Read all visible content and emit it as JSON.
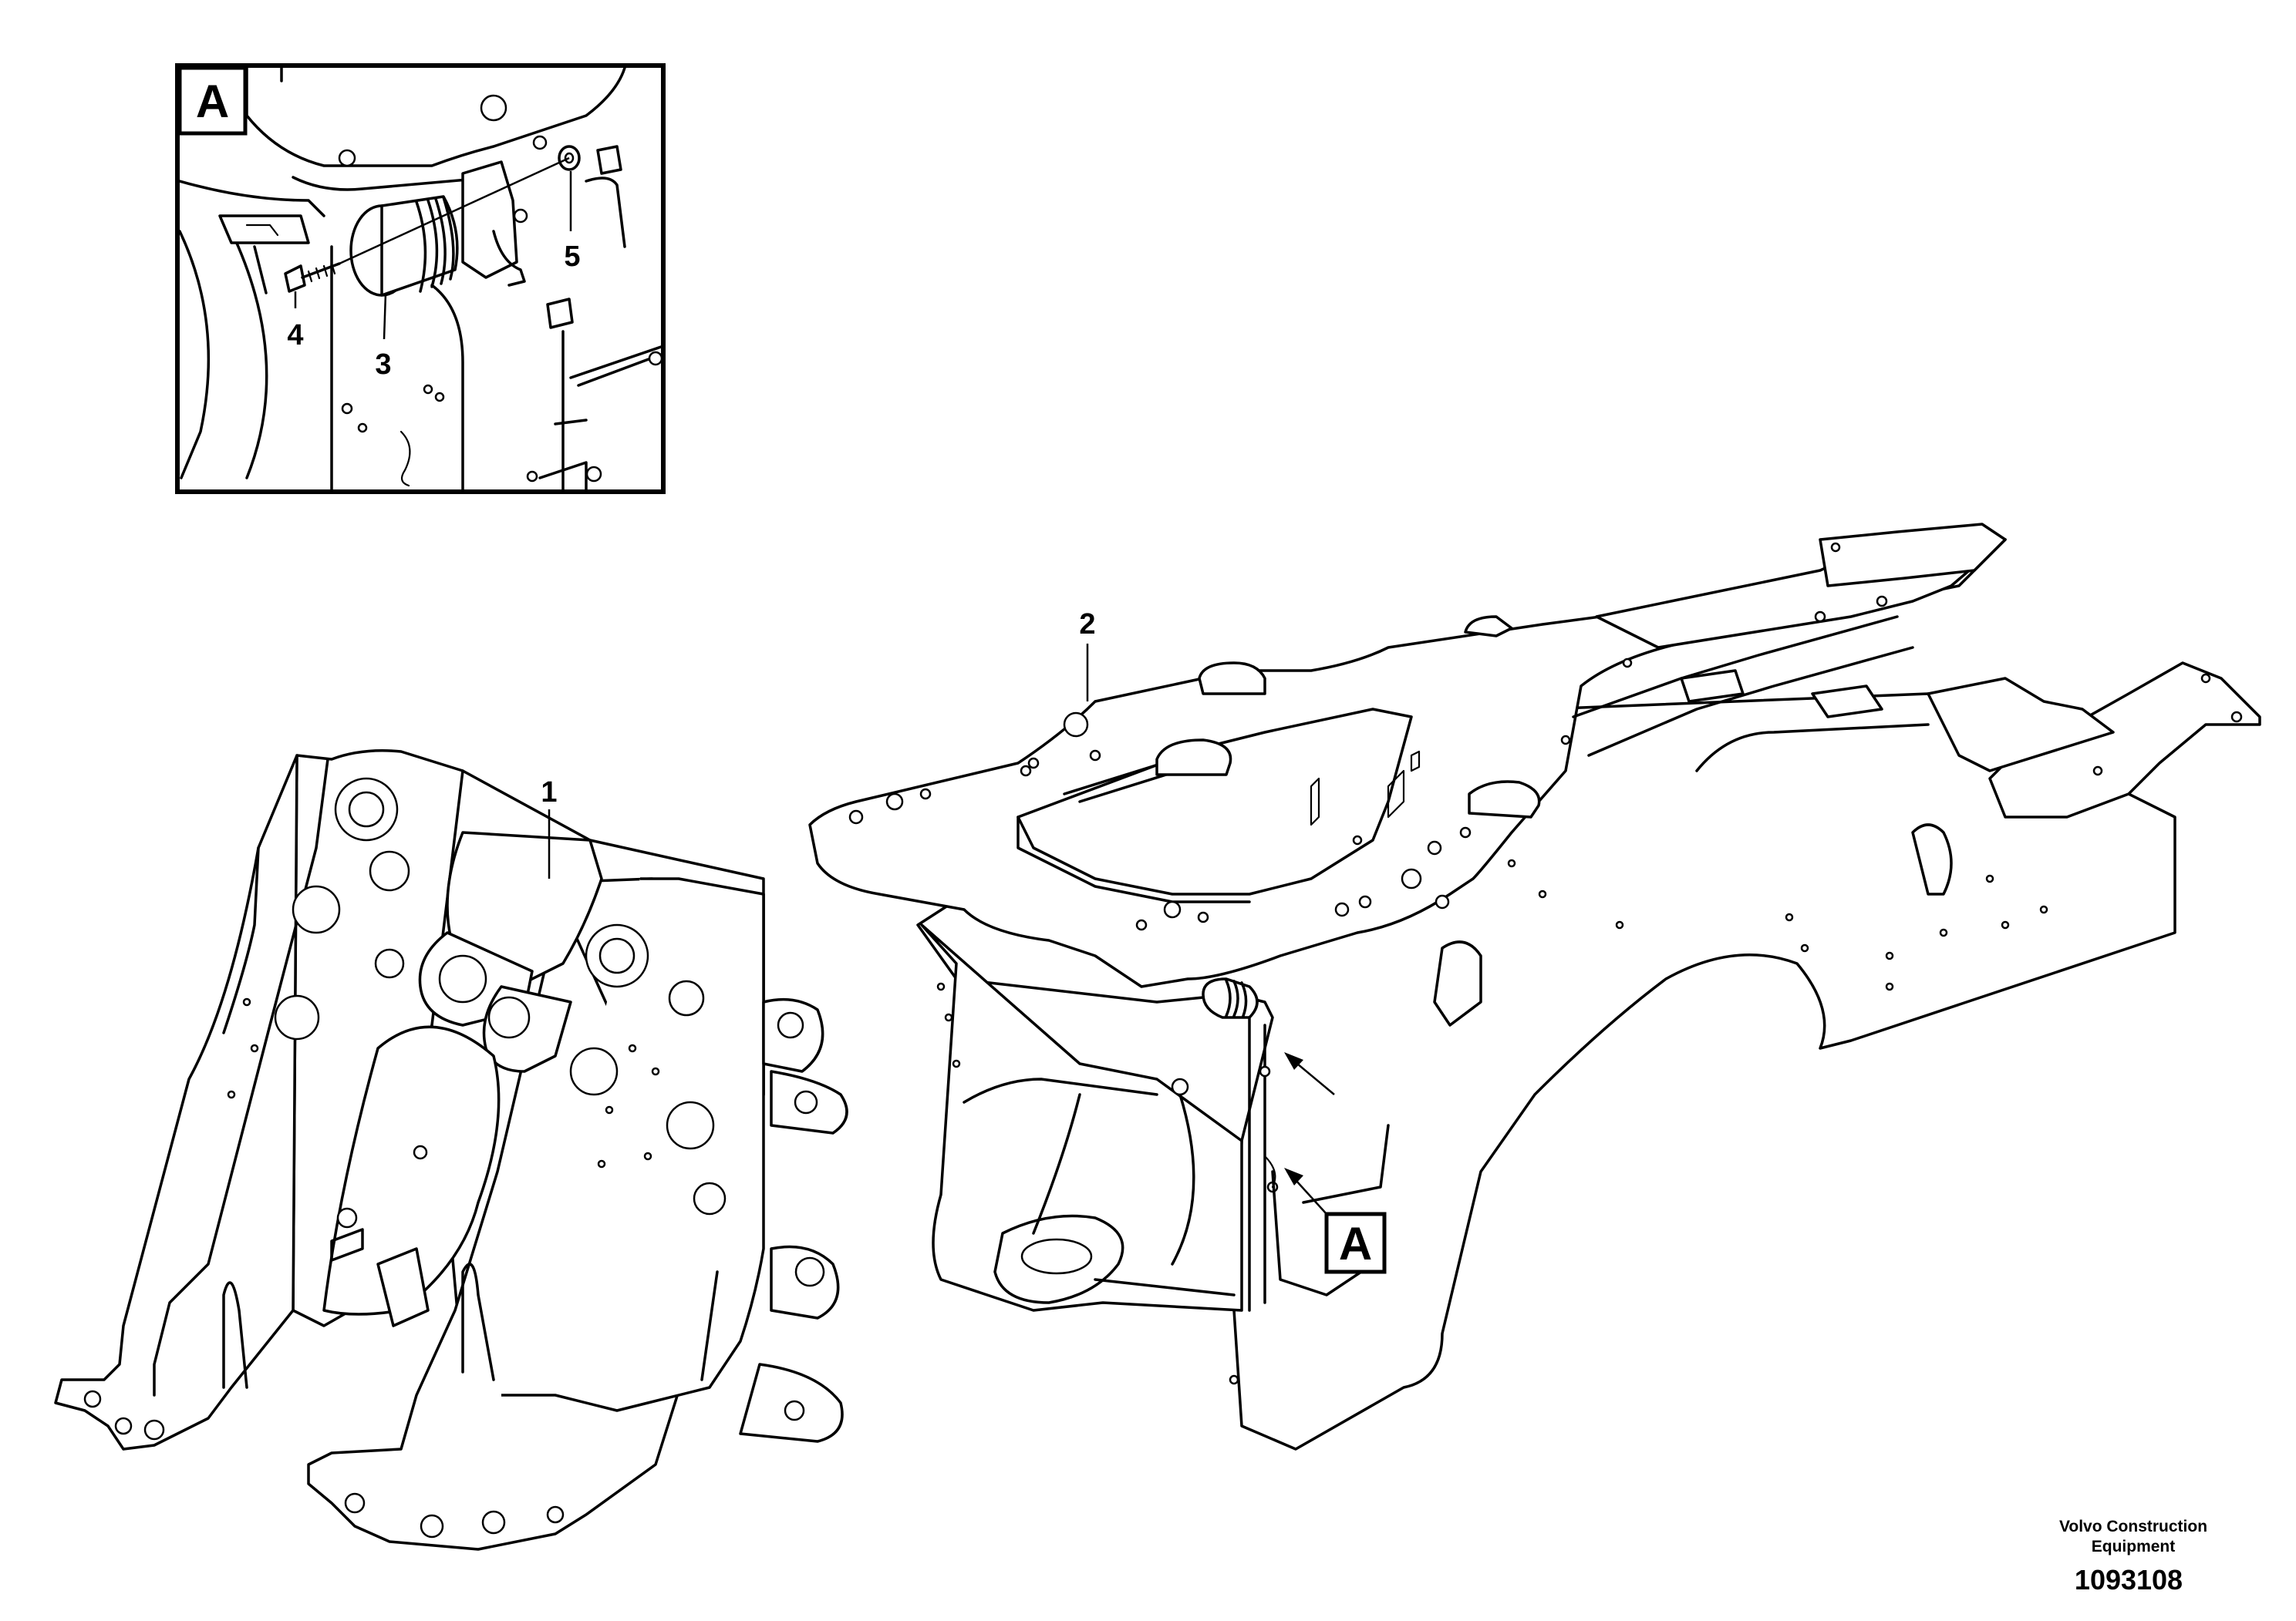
{
  "detail_view": {
    "badge": "A",
    "callouts": [
      "3",
      "4",
      "5"
    ]
  },
  "main_view": {
    "callouts": [
      "1",
      "2"
    ],
    "detail_reference": "A"
  },
  "credit": {
    "line1": "Volvo Construction",
    "line2": "Equipment"
  },
  "drawing_number": "1093108"
}
